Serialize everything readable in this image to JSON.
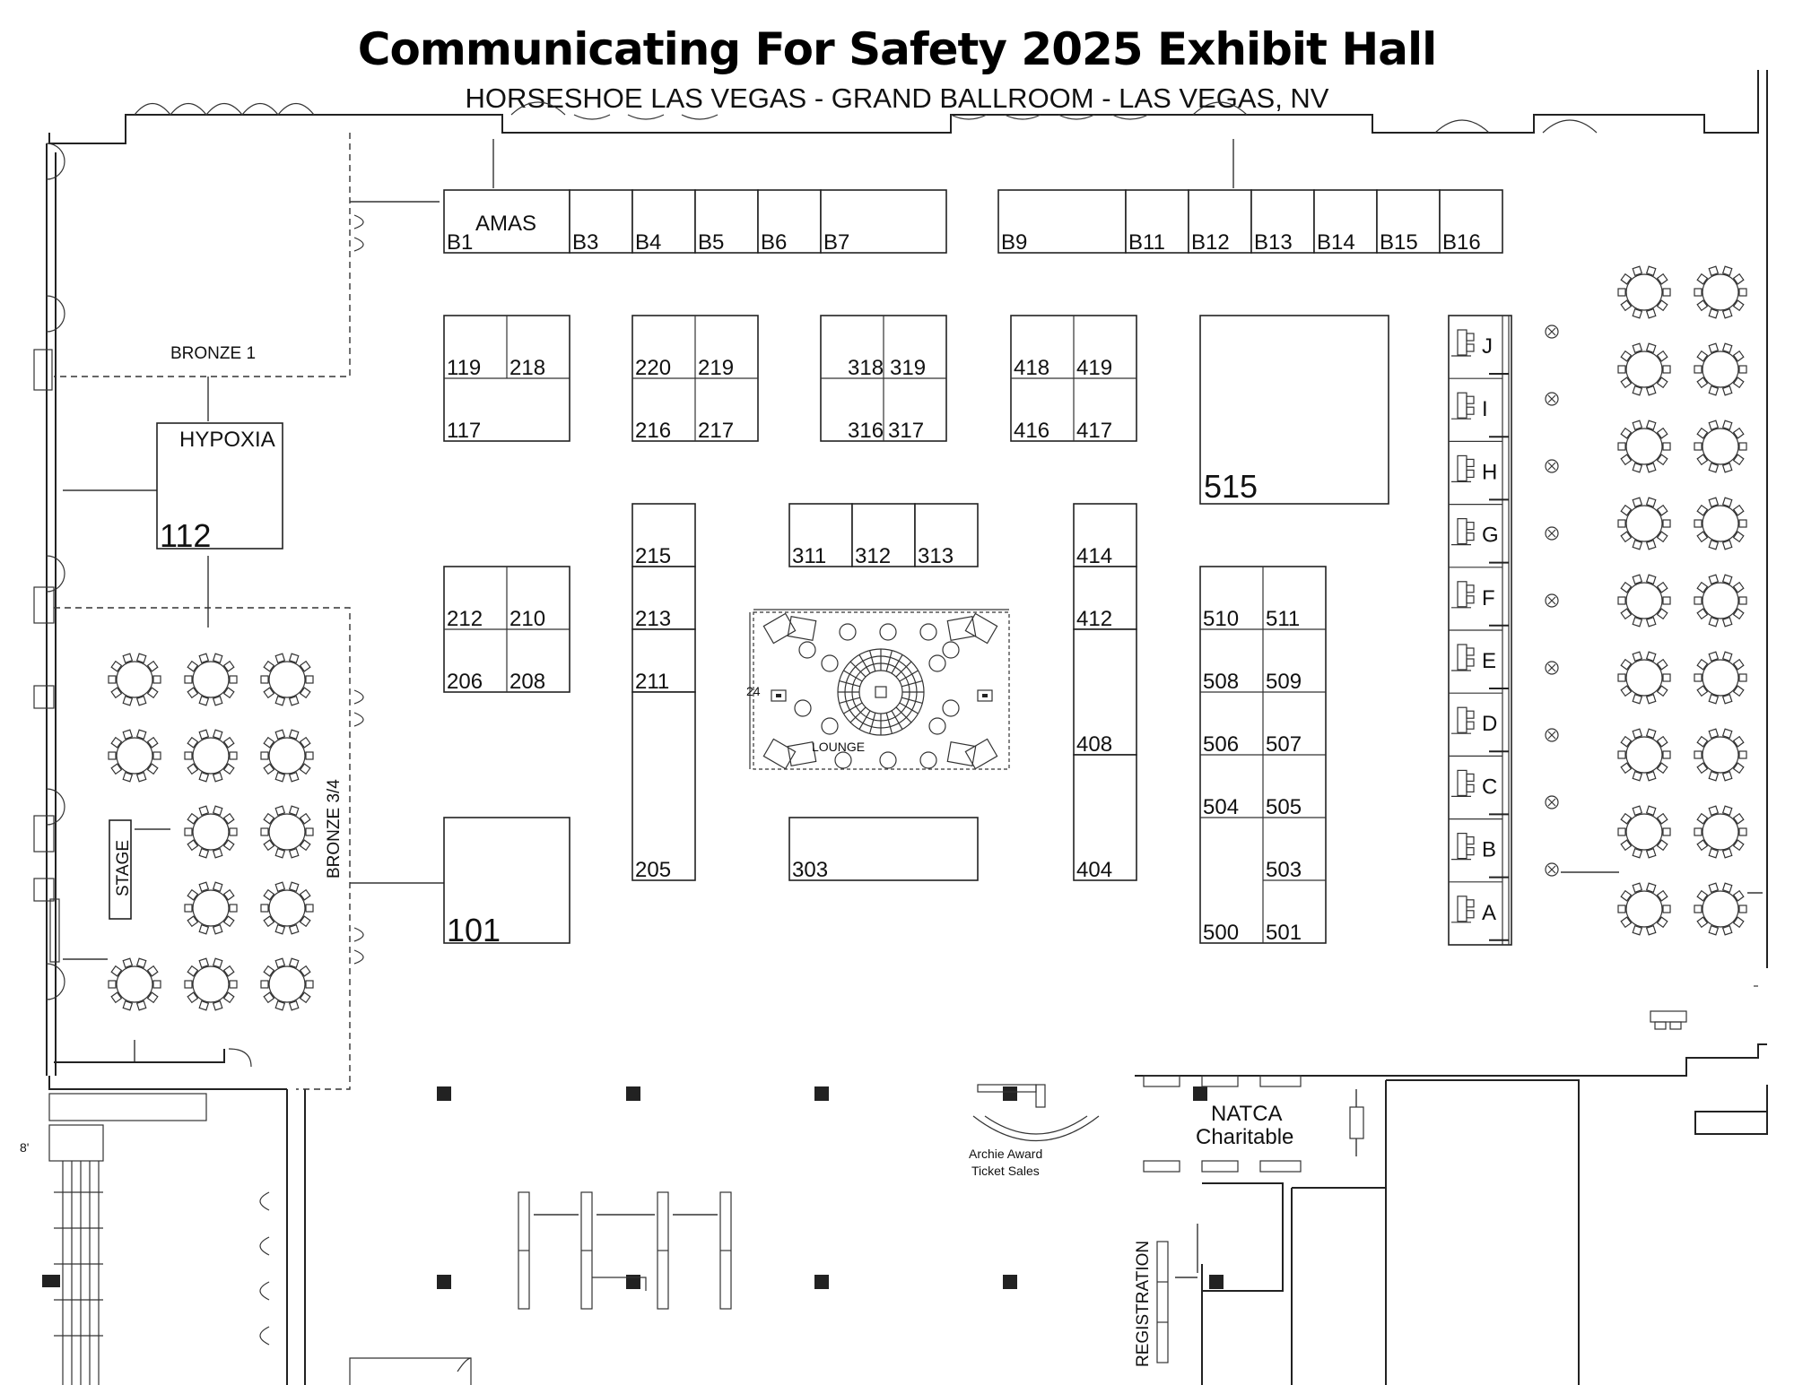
{
  "header": {
    "title": "Communicating For Safety 2025 Exhibit Hall",
    "subtitle": "HORSESHOE LAS VEGAS - GRAND BALLROOM - LAS VEGAS, NV"
  },
  "rooms": {
    "bronze1": "BRONZE 1",
    "bronze34": "BRONZE 3/4",
    "hypoxia": "HYPOXIA",
    "stage": "STAGE",
    "lounge": "LOUNGE",
    "natca_line1": "NATCA",
    "natca_line2": "Charitable",
    "archie_line1": "Archie Award",
    "archie_line2": "Ticket Sales",
    "registration": "REGISTRATION",
    "amas": "AMAS",
    "dim_24": "24",
    "dim_8": "8'"
  },
  "booths": {
    "b1": "B1",
    "b3": "B3",
    "b4": "B4",
    "b5": "B5",
    "b6": "B6",
    "b7": "B7",
    "b9": "B9",
    "b11": "B11",
    "b12": "B12",
    "b13": "B13",
    "b14": "B14",
    "b15": "B15",
    "b16": "B16",
    "n119": "119",
    "n218": "218",
    "n117": "117",
    "n220": "220",
    "n219": "219",
    "n216": "216",
    "n217": "217",
    "n318": "318",
    "n319": "319",
    "n316": "316",
    "n317": "317",
    "n418": "418",
    "n419": "419",
    "n416": "416",
    "n417": "417",
    "n515": "515",
    "n112": "112",
    "n215": "215",
    "n213": "213",
    "n211": "211",
    "n205": "205",
    "n311": "311",
    "n312": "312",
    "n313": "313",
    "n303": "303",
    "n414": "414",
    "n412": "412",
    "n408": "408",
    "n404": "404",
    "n212": "212",
    "n210": "210",
    "n206": "206",
    "n208": "208",
    "n101": "101",
    "n510": "510",
    "n511": "511",
    "n508": "508",
    "n509": "509",
    "n506": "506",
    "n507": "507",
    "n504": "504",
    "n505": "505",
    "n503": "503",
    "n500": "500",
    "n501": "501"
  },
  "pods": [
    "J",
    "I",
    "H",
    "G",
    "F",
    "E",
    "D",
    "C",
    "B",
    "A"
  ]
}
